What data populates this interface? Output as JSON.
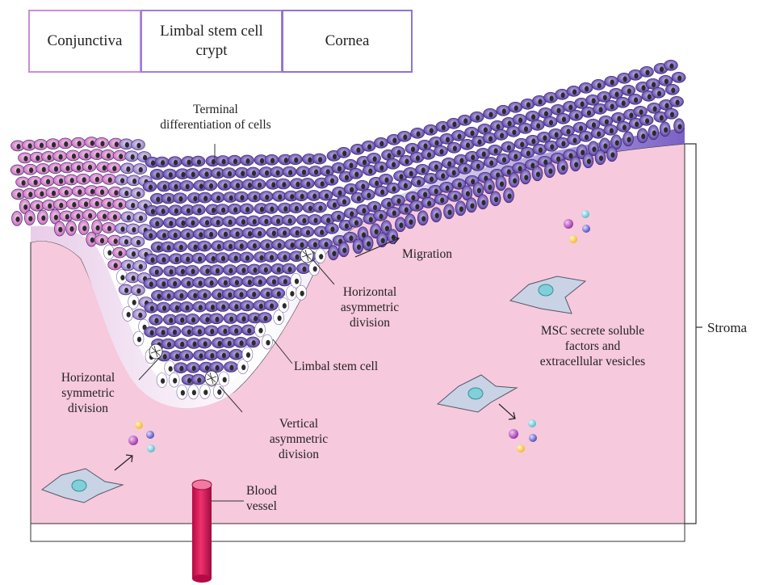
{
  "header": {
    "conjunctiva": "Conjunctiva",
    "limbal_crypt": "Limbal stem cell crypt",
    "cornea": "Cornea"
  },
  "labels": {
    "terminal_differentiation": "Terminal differentiation of cells",
    "migration": "Migration",
    "horizontal_asymmetric": "Horizontal asymmetric division",
    "limbal_stem_cell": "Limbal stem cell",
    "horizontal_symmetric": "Horizontal symmetric division",
    "vertical_asymmetric": "Vertical asymmetric division",
    "msc_secrete": "MSC secrete soluble factors and extracellular vesicles",
    "blood_vessel": "Blood vessel",
    "stroma": "Stroma"
  },
  "colors": {
    "conjunctiva_cell": "#c45fb6",
    "cornea_cell": "#4f33a0",
    "stroma": "#f7c9dc",
    "basal_cell": "#ffffff",
    "vessel": "#e0145a",
    "msc_cell": "#c8d3e6",
    "msc_nucleus": "#7fd0d8"
  },
  "icons": [
    "msc-cell-icon",
    "vesicle-icon",
    "mitotic-figure-icon",
    "arrow-icon",
    "blood-vessel-icon"
  ]
}
